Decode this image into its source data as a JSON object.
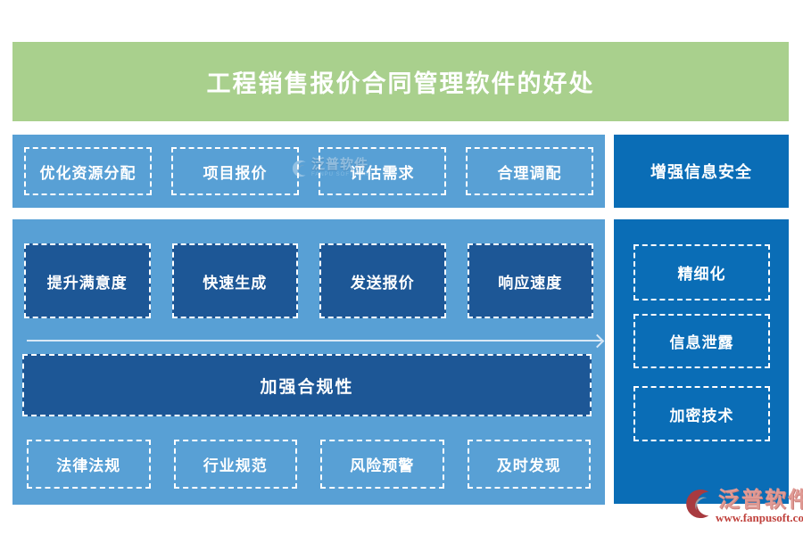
{
  "title": "工程销售报价合同管理软件的好处",
  "colors": {
    "banner_green": "#a9d08d",
    "panel_blue": "#58a0d5",
    "box_navy": "#1d5796",
    "panel_bright_blue": "#0a6db6",
    "logo_red": "#c0413c"
  },
  "top_row": {
    "items": [
      "优化资源分配",
      "项目报价",
      "评估需求",
      "合理调配"
    ],
    "right_box": "增强信息安全"
  },
  "main_panel": {
    "solid_boxes": [
      "提升满意度",
      "快速生成",
      "发送报价",
      "响应速度"
    ],
    "banner": "加强合规性",
    "dashed_boxes": [
      "法律法规",
      "行业规范",
      "风险预警",
      "及时发现"
    ]
  },
  "right_panel": {
    "items": [
      "精细化",
      "信息泄露",
      "加密技术"
    ]
  },
  "logo": {
    "name": "泛普软件",
    "url": "www.fanpusoft.com"
  },
  "watermark": {
    "name": "泛普软件",
    "sub": "FANPU SOFTWARE"
  }
}
